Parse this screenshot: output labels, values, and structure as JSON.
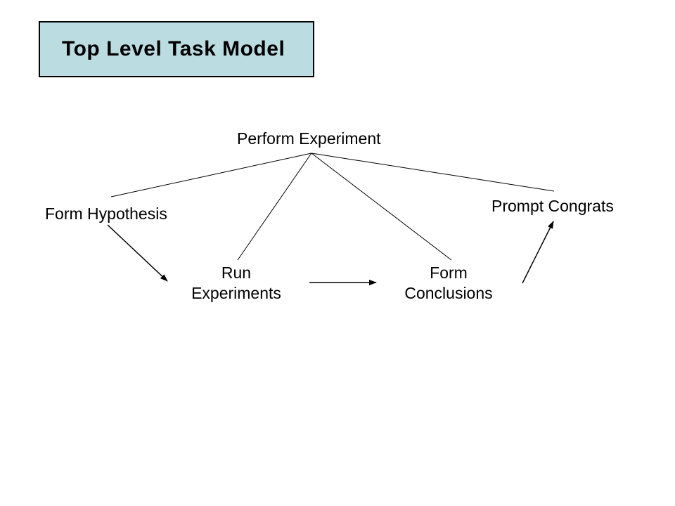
{
  "slide": {
    "title": "Top Level Task Model"
  },
  "colors": {
    "background": "#ffffff",
    "title_box_fill": "#bbdde2",
    "title_box_border": "#000000",
    "line_color": "#000000",
    "text_color": "#000000"
  },
  "diagram": {
    "nodes": {
      "perform_experiment": {
        "label": "Perform Experiment"
      },
      "form_hypothesis": {
        "label": "Form Hypothesis"
      },
      "run_experiments": {
        "label": "Run\nExperiments"
      },
      "form_conclusions": {
        "label": "Form\nConclusions"
      },
      "prompt_congrats": {
        "label": "Prompt Congrats"
      }
    },
    "hierarchy_edges": [
      {
        "from": "Perform Experiment",
        "to": "Form Hypothesis"
      },
      {
        "from": "Perform Experiment",
        "to": "Run Experiments"
      },
      {
        "from": "Perform Experiment",
        "to": "Form Conclusions"
      },
      {
        "from": "Perform Experiment",
        "to": "Prompt Congrats"
      }
    ],
    "flow_arrows": [
      {
        "from": "Form Hypothesis",
        "to": "Run Experiments"
      },
      {
        "from": "Run Experiments",
        "to": "Form Conclusions"
      },
      {
        "from": "Form Conclusions",
        "to": "Prompt Congrats"
      }
    ]
  }
}
